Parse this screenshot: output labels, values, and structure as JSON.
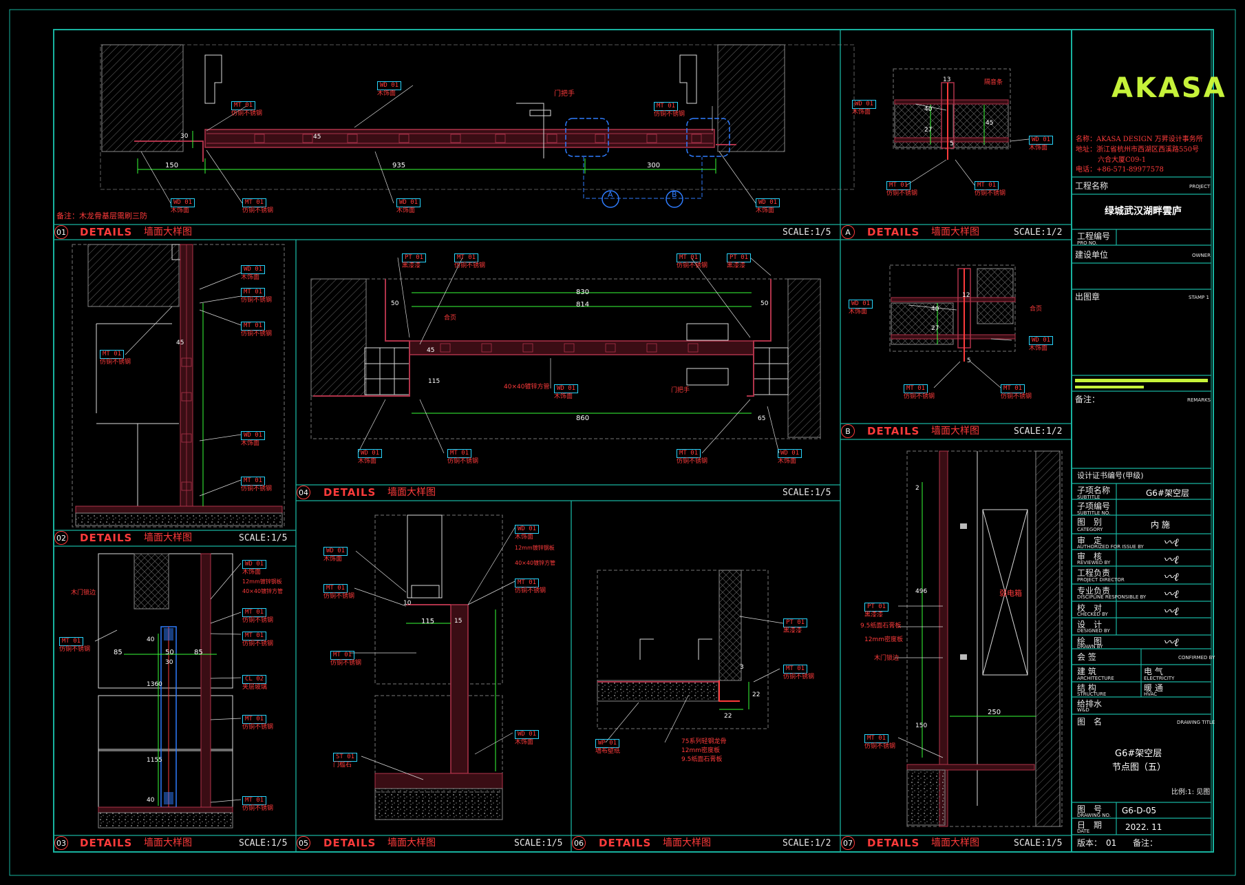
{
  "colors": {
    "frame": "#18b3a0",
    "accent": "#c6f23a",
    "text_red": "#ff3b3b",
    "dim_green": "#39ff39",
    "tag_cyan": "#28d6ff",
    "blue": "#2f7dff",
    "wall": "#9b2a3b"
  },
  "brand": {
    "logo": "AKASA",
    "name_line": "名称：AKASA DESIGN 万昇设计事务所",
    "addr_line1": "地址：浙江省杭州市西湖区西溪路550号",
    "addr_line2": "六合大厦C09-1",
    "phone_line": "电话：+86-571-89977578"
  },
  "title_block": {
    "project_label": "工程名称",
    "project_label_en": "PROJECT",
    "project_name": "绿城武汉湖畔雲庐",
    "project_no_label": "工程编号",
    "project_no_label_en": "PRO NO.",
    "owner_label": "建设单位",
    "owner_label_en": "OWNER",
    "stamp_label": "出图章",
    "stamp_label_en": "STAMP 1",
    "remarks_label": "备注：",
    "remarks_label_en": "REMARKS",
    "cert_label": "设计证书编号(甲级)",
    "rows": [
      {
        "label": "子项名称",
        "sub": "SUBTITLE",
        "value": "G6#架空层"
      },
      {
        "label": "子项编号",
        "sub": "SUBTITLE NO.",
        "value": ""
      },
      {
        "label": "图　别",
        "sub": "CATEGORY",
        "value": "内 施"
      },
      {
        "label": "审　定",
        "sub": "AUTHORIZED FOR ISSUE BY",
        "value": "signature"
      },
      {
        "label": "审　核",
        "sub": "REVIEWED BY",
        "value": "signature"
      },
      {
        "label": "工程负责",
        "sub": "PROJECT DIRECTOR",
        "value": "signature"
      },
      {
        "label": "专业负责",
        "sub": "DISCIPLINE RESPONSIBLE BY",
        "value": "signature"
      },
      {
        "label": "校　对",
        "sub": "CHECKED BY",
        "value": "signature"
      },
      {
        "label": "设　计",
        "sub": "DESIGNED BY",
        "value": ""
      },
      {
        "label": "绘　图",
        "sub": "DRAWN BY",
        "value": "signature"
      }
    ],
    "countersign_label": "会 签",
    "countersign_label_en": "CONFIRMED BY",
    "countersign": [
      [
        "建 筑",
        "电 气"
      ],
      [
        "结 构",
        "暖 通"
      ],
      [
        "给排水",
        ""
      ]
    ],
    "countersign_sub": [
      [
        "ARCHITECTURE",
        "ELECTRICITY"
      ],
      [
        "STRUCTURE",
        "HVAC"
      ],
      [
        "W&D",
        ""
      ]
    ],
    "drawing_name_label": "图　名",
    "drawing_name_label_en": "DRAWING TITLE",
    "drawing_title_1": "G6#架空层",
    "drawing_title_2": "节点图（五）",
    "scale_note": "比例:1: 见图",
    "drawing_no_label": "图　号",
    "drawing_no_label_en": "DRAWING NO.",
    "drawing_no": "G6-D-05",
    "date_label": "日　期",
    "date_label_en": "DATE",
    "date": "2022. 11",
    "version_label": "版本：",
    "version": "01",
    "note_label": "备注："
  },
  "details": [
    {
      "num": "01",
      "title": "DETAILS",
      "cn": "墙面大样图",
      "scale": "SCALE:1/5"
    },
    {
      "num": "A",
      "title": "DETAILS",
      "cn": "墙面大样图",
      "scale": "SCALE:1/2"
    },
    {
      "num": "B",
      "title": "DETAILS",
      "cn": "墙面大样图",
      "scale": "SCALE:1/2"
    },
    {
      "num": "02",
      "title": "DETAILS",
      "cn": "墙面大样图",
      "scale": "SCALE:1/5"
    },
    {
      "num": "04",
      "title": "DETAILS",
      "cn": "墙面大样图",
      "scale": "SCALE:1/5"
    },
    {
      "num": "03",
      "title": "DETAILS",
      "cn": "墙面大样图",
      "scale": "SCALE:1/5"
    },
    {
      "num": "05",
      "title": "DETAILS",
      "cn": "墙面大样图",
      "scale": "SCALE:1/5"
    },
    {
      "num": "06",
      "title": "DETAILS",
      "cn": "墙面大样图",
      "scale": "SCALE:1/2"
    },
    {
      "num": "07",
      "title": "DETAILS",
      "cn": "墙面大样图",
      "scale": "SCALE:1/5"
    }
  ],
  "note_01": "备注：木龙骨基层需刷三防",
  "callouts": {
    "wd": "WD 01",
    "mt": "MT 01",
    "pt": "PT 01",
    "cl": "CL 02",
    "st": "ST 01",
    "wp": "WP 01",
    "wood": "木饰面",
    "steel": "仿铜不锈钢",
    "paint": "黑漆漆",
    "door_handle": "门把手",
    "hinge": "合页",
    "gap": "隔音条",
    "steel_tube": "40×40镀锌方管",
    "plate12": "12mm镀锌钢板",
    "ply": "木门锁边",
    "clamp": "夹层玻璃",
    "stone": "门槛石",
    "wallpaper": "墙布壁纸",
    "keel75": "75系列轻钢龙骨",
    "plate12b": "12mm密度板",
    "gyp": "9.5纸面石膏板",
    "weak": "弱电箱",
    "marker_a": "A",
    "marker_b": "B"
  },
  "dims": {
    "d01": [
      "150",
      "935",
      "300",
      "30",
      "45"
    ],
    "d04": [
      "830",
      "814",
      "860",
      "50",
      "50",
      "45",
      "115",
      "65"
    ],
    "d05": [
      "115",
      "15",
      "10"
    ],
    "d06": [
      "22",
      "22",
      "3"
    ],
    "d07": [
      "250",
      "150",
      "2",
      "496"
    ],
    "d03": [
      "85",
      "50",
      "85",
      "30",
      "1360",
      "1155",
      "40",
      "40"
    ],
    "dA": [
      "13",
      "40",
      "27",
      "45",
      "5"
    ],
    "dB": [
      "12",
      "40",
      "27",
      "5"
    ]
  }
}
